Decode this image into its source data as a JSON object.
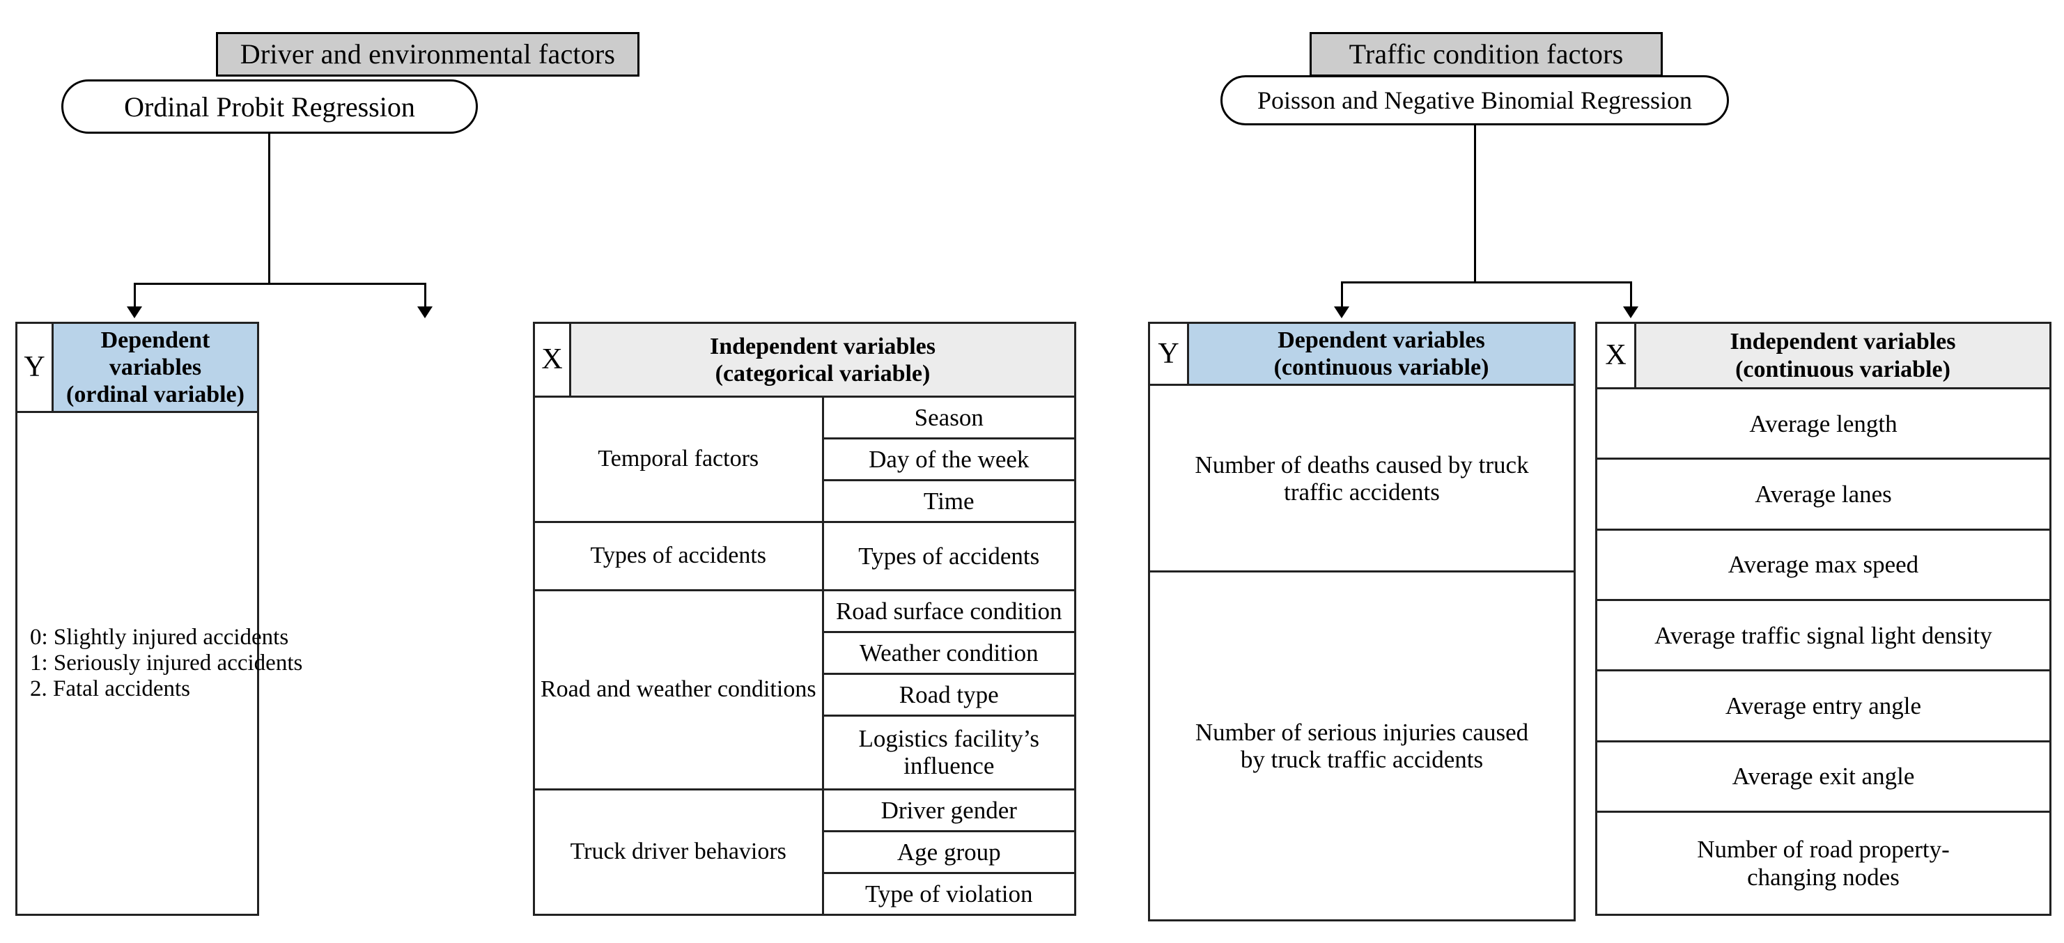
{
  "diagram": {
    "title_hidden": "",
    "colors": {
      "header_fill": "#cccccc",
      "dependent_header_fill": "#b9d3e9",
      "independent_header_fill": "#ececec",
      "arrow_fill": "#bfbfbf",
      "line": "#000000"
    }
  },
  "left_branch": {
    "source_box": {
      "label": "Driver and environmental factors"
    },
    "method_box": {
      "label": "Ordinal Probit Regression"
    },
    "dependent_table": {
      "corner_symbol": "Y",
      "header_line1": "Dependent variables",
      "header_line2": "(ordinal variable)",
      "levels": [
        "0: Slightly injured accidents",
        "1: Seriously injured accidents",
        "2. Fatal accidents"
      ]
    },
    "independent_table": {
      "corner_symbol": "X",
      "header_line1": "Independent variables",
      "header_line2": "(categorical variable)",
      "groups": [
        {
          "name": "Temporal factors",
          "variables": [
            "Season",
            "Day of the week",
            "Time"
          ]
        },
        {
          "name": "Types of accidents",
          "variables": [
            "Types of accidents"
          ]
        },
        {
          "name": "Road and weather conditions",
          "variables": [
            "Road surface condition",
            "Weather condition",
            "Road type",
            "Logistics facility’s influence"
          ]
        },
        {
          "name": "Truck driver behaviors",
          "variables": [
            "Driver gender",
            "Age group",
            "Type of violation"
          ]
        }
      ]
    }
  },
  "right_branch": {
    "source_box": {
      "label": "Traffic condition factors"
    },
    "method_box": {
      "label": "Poisson and Negative Binomial Regression"
    },
    "dependent_table": {
      "corner_symbol": "Y",
      "header_line1": "Dependent variables",
      "header_line2": "(continuous variable)",
      "rows": [
        "Number of deaths caused by truck traffic accidents",
        "Number of serious injuries caused by truck traffic accidents"
      ]
    },
    "independent_table": {
      "corner_symbol": "X",
      "header_line1": "Independent variables",
      "header_line2": "(continuous variable)",
      "rows": [
        "Average length",
        "Average lanes",
        "Average max speed",
        "Average traffic signal light density",
        "Average entry angle",
        "Average exit angle",
        "Number of road property-changing nodes"
      ]
    }
  }
}
